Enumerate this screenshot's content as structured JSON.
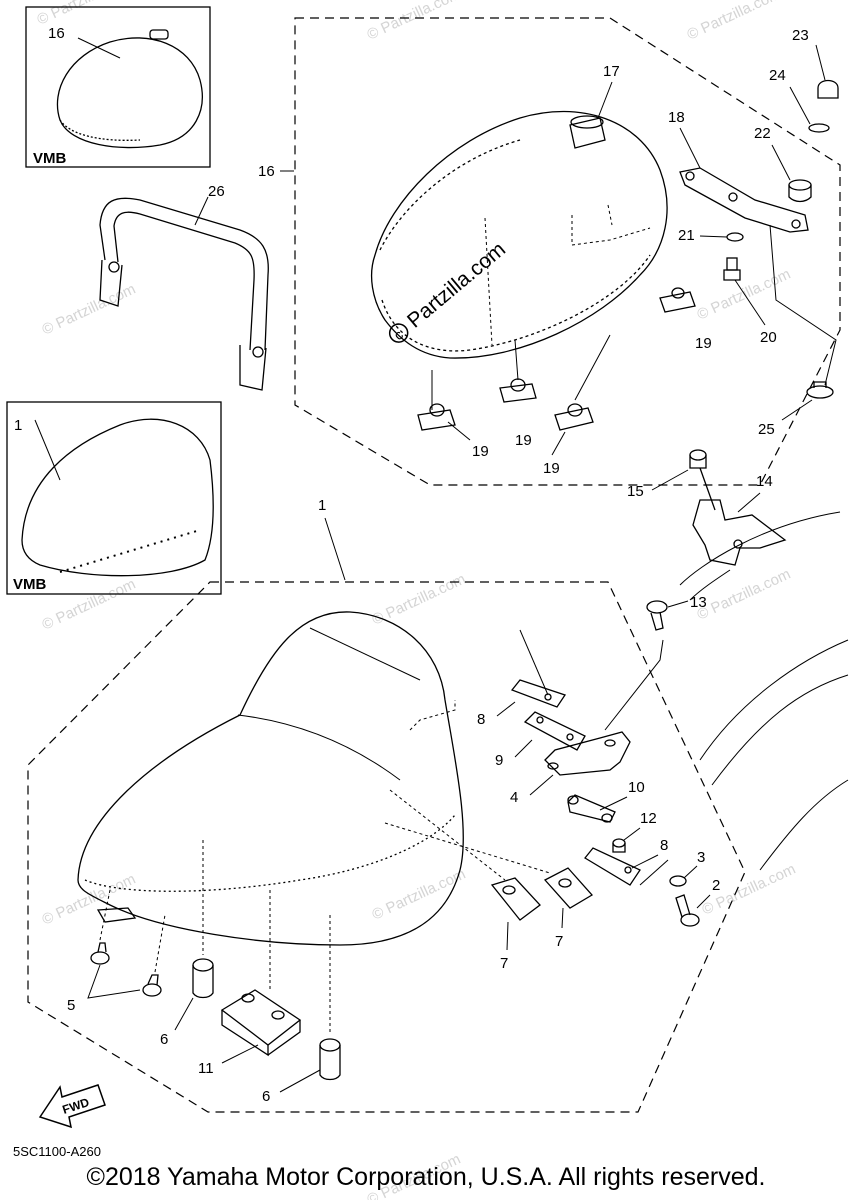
{
  "catalog_code": "5SC1100-A260",
  "copyright": "©2018 Yamaha Motor Corporation, U.S.A. All rights reserved.",
  "watermark": "© Partzilla.com",
  "fwd_label": "FWD",
  "inset_labels": {
    "top": "VMB",
    "bottom": "VMB"
  },
  "callouts": {
    "c1": "1",
    "c1b": "1",
    "c2": "2",
    "c3": "3",
    "c4": "4",
    "c5": "5",
    "c6a": "6",
    "c6b": "6",
    "c7a": "7",
    "c7b": "7",
    "c8a": "8",
    "c8b": "8",
    "c9": "9",
    "c10": "10",
    "c11": "11",
    "c12": "12",
    "c13": "13",
    "c14": "14",
    "c15": "15",
    "c16a": "16",
    "c16b": "16",
    "c17": "17",
    "c18": "18",
    "c19a": "19",
    "c19b": "19",
    "c19c": "19",
    "c19d": "19",
    "c20": "20",
    "c21": "21",
    "c22": "22",
    "c23": "23",
    "c24": "24",
    "c25": "25",
    "c26": "26"
  }
}
